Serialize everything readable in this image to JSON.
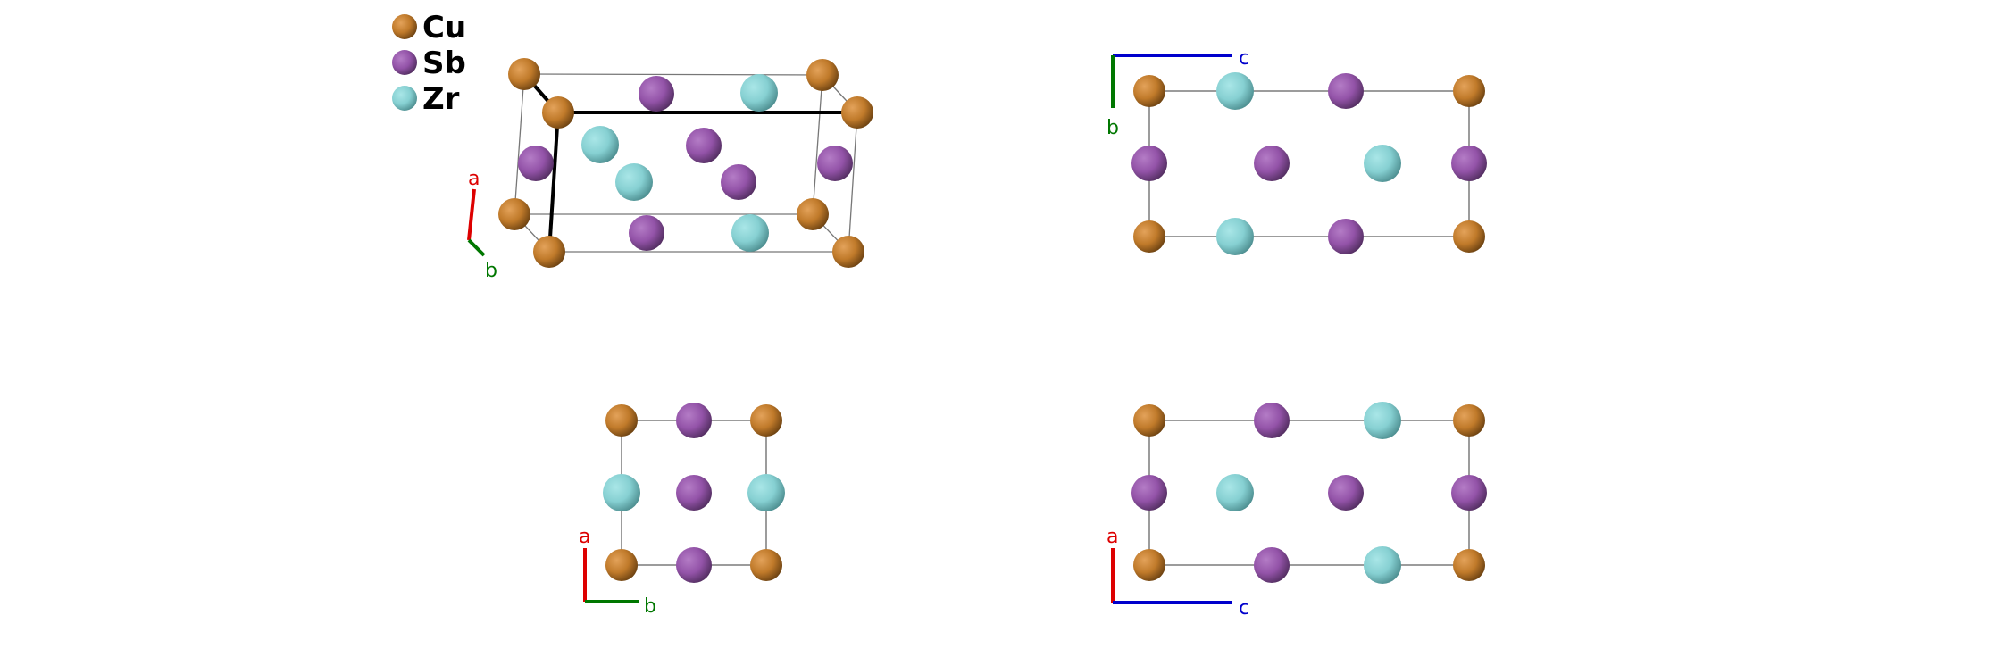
{
  "legend": [
    {
      "element": "Cu",
      "color": "#c07a2a"
    },
    {
      "element": "Sb",
      "color": "#9a55b0"
    },
    {
      "element": "Zr",
      "color": "#86d4d6"
    }
  ],
  "axis_colors": {
    "a": "#dd0000",
    "b": "#007700",
    "c": "#0000cc"
  },
  "panels": [
    {
      "name": "perspective-view",
      "axes": [
        "a",
        "b"
      ]
    },
    {
      "name": "view-bc",
      "axes": [
        "c",
        "b"
      ]
    },
    {
      "name": "view-ab",
      "axes": [
        "a",
        "b"
      ]
    },
    {
      "name": "view-ac",
      "axes": [
        "a",
        "c"
      ]
    }
  ]
}
